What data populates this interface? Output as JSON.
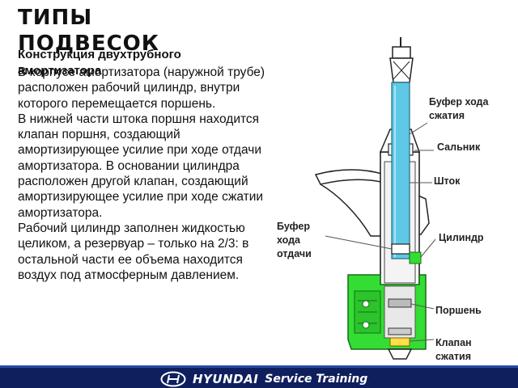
{
  "slide": {
    "title": "ТИПЫ ПОДВЕСОК",
    "subtitle": "Конструкция двухтрубного амортизатора",
    "paragraphs": [
      "В корпусе амортизатора (наружной трубе) расположен рабочий цилиндр, внутри которого перемещается поршень.",
      "В нижней части штока поршня находится клапан поршня, создающий амортизирующее усилие при ходе отдачи амортизатора. В основании цилиндра расположен другой клапан, создающий амортизирующее усилие при ходе сжатии амортизатора.",
      "Рабочий цилиндр заполнен жидкостью целиком, а резервуар – только на 2/3: в остальной части ее объема находится воздух под атмосферным давлением."
    ]
  },
  "diagram": {
    "labels": {
      "compression_bumper": "Буфер хода сжатия",
      "oil_seal": "Сальник",
      "rod": "Шток",
      "rebound_bumper": "Буфер хода отдачи",
      "cylinder": "Цилиндр",
      "piston": "Поршень",
      "compression_valve": "Клапан сжатия"
    },
    "colors": {
      "rod": "#5ec8e6",
      "housing": "#33dd33",
      "outline": "#222222"
    }
  },
  "footer": {
    "brand": "HYUNDAI",
    "suffix": "Service Training",
    "colors": {
      "bar": "#0f1f5e",
      "accent": "#2a4aa8",
      "text": "#ffffff"
    }
  }
}
